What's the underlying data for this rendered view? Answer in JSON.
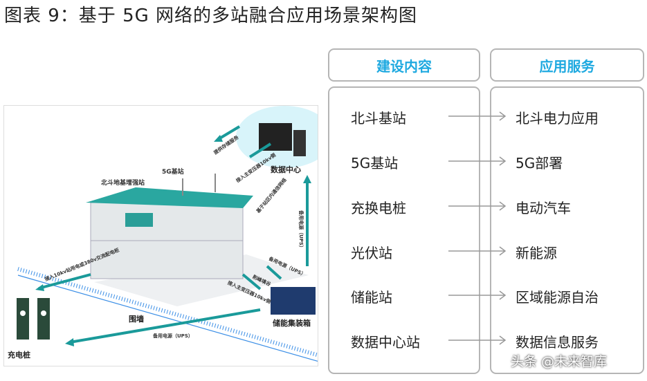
{
  "title": "图表 9：基于 5G 网络的多站融合应用场景架构图",
  "illustration": {
    "labels": {
      "beidou_station": "北斗地基增强站",
      "g5_station": "5G基站",
      "data_center": "数据中心",
      "storage_service": "提供存储服务",
      "connect_main_transformer_top": "接入主变压器10kv侧",
      "station_network": "基于站区内通信网络",
      "backup_power_right": "备用电源（UPS）",
      "connect_station_power": "接入10kv站用电或380v交流配电柜",
      "backup_power_mid": "备用电源（UPS）",
      "peak_shaving": "削峰填谷",
      "connect_main_transformer_bottom": "接入主变压器10kv侧",
      "storage_container": "储能集装箱",
      "fence": "围墙",
      "backup_power_bottom": "备用电源（UPS）",
      "charging_pile": "充电桩"
    }
  },
  "columns": {
    "construction": {
      "header": "建设内容",
      "items": [
        "北斗基站",
        "5G基站",
        "充换电桩",
        "光伏站",
        "储能站",
        "数据中心站"
      ]
    },
    "services": {
      "header": "应用服务",
      "items": [
        "北斗电力应用",
        "5G部署",
        "电动汽车",
        "新能源",
        "区域能源自治",
        "数据信息服务"
      ]
    }
  },
  "watermark": "头条 @未来智库",
  "colors": {
    "header_text": "#1ea9e0",
    "arrow_teal": "#1a9a9a",
    "fence_blue": "#3a8ee6",
    "box_border": "#b5b5b5"
  }
}
